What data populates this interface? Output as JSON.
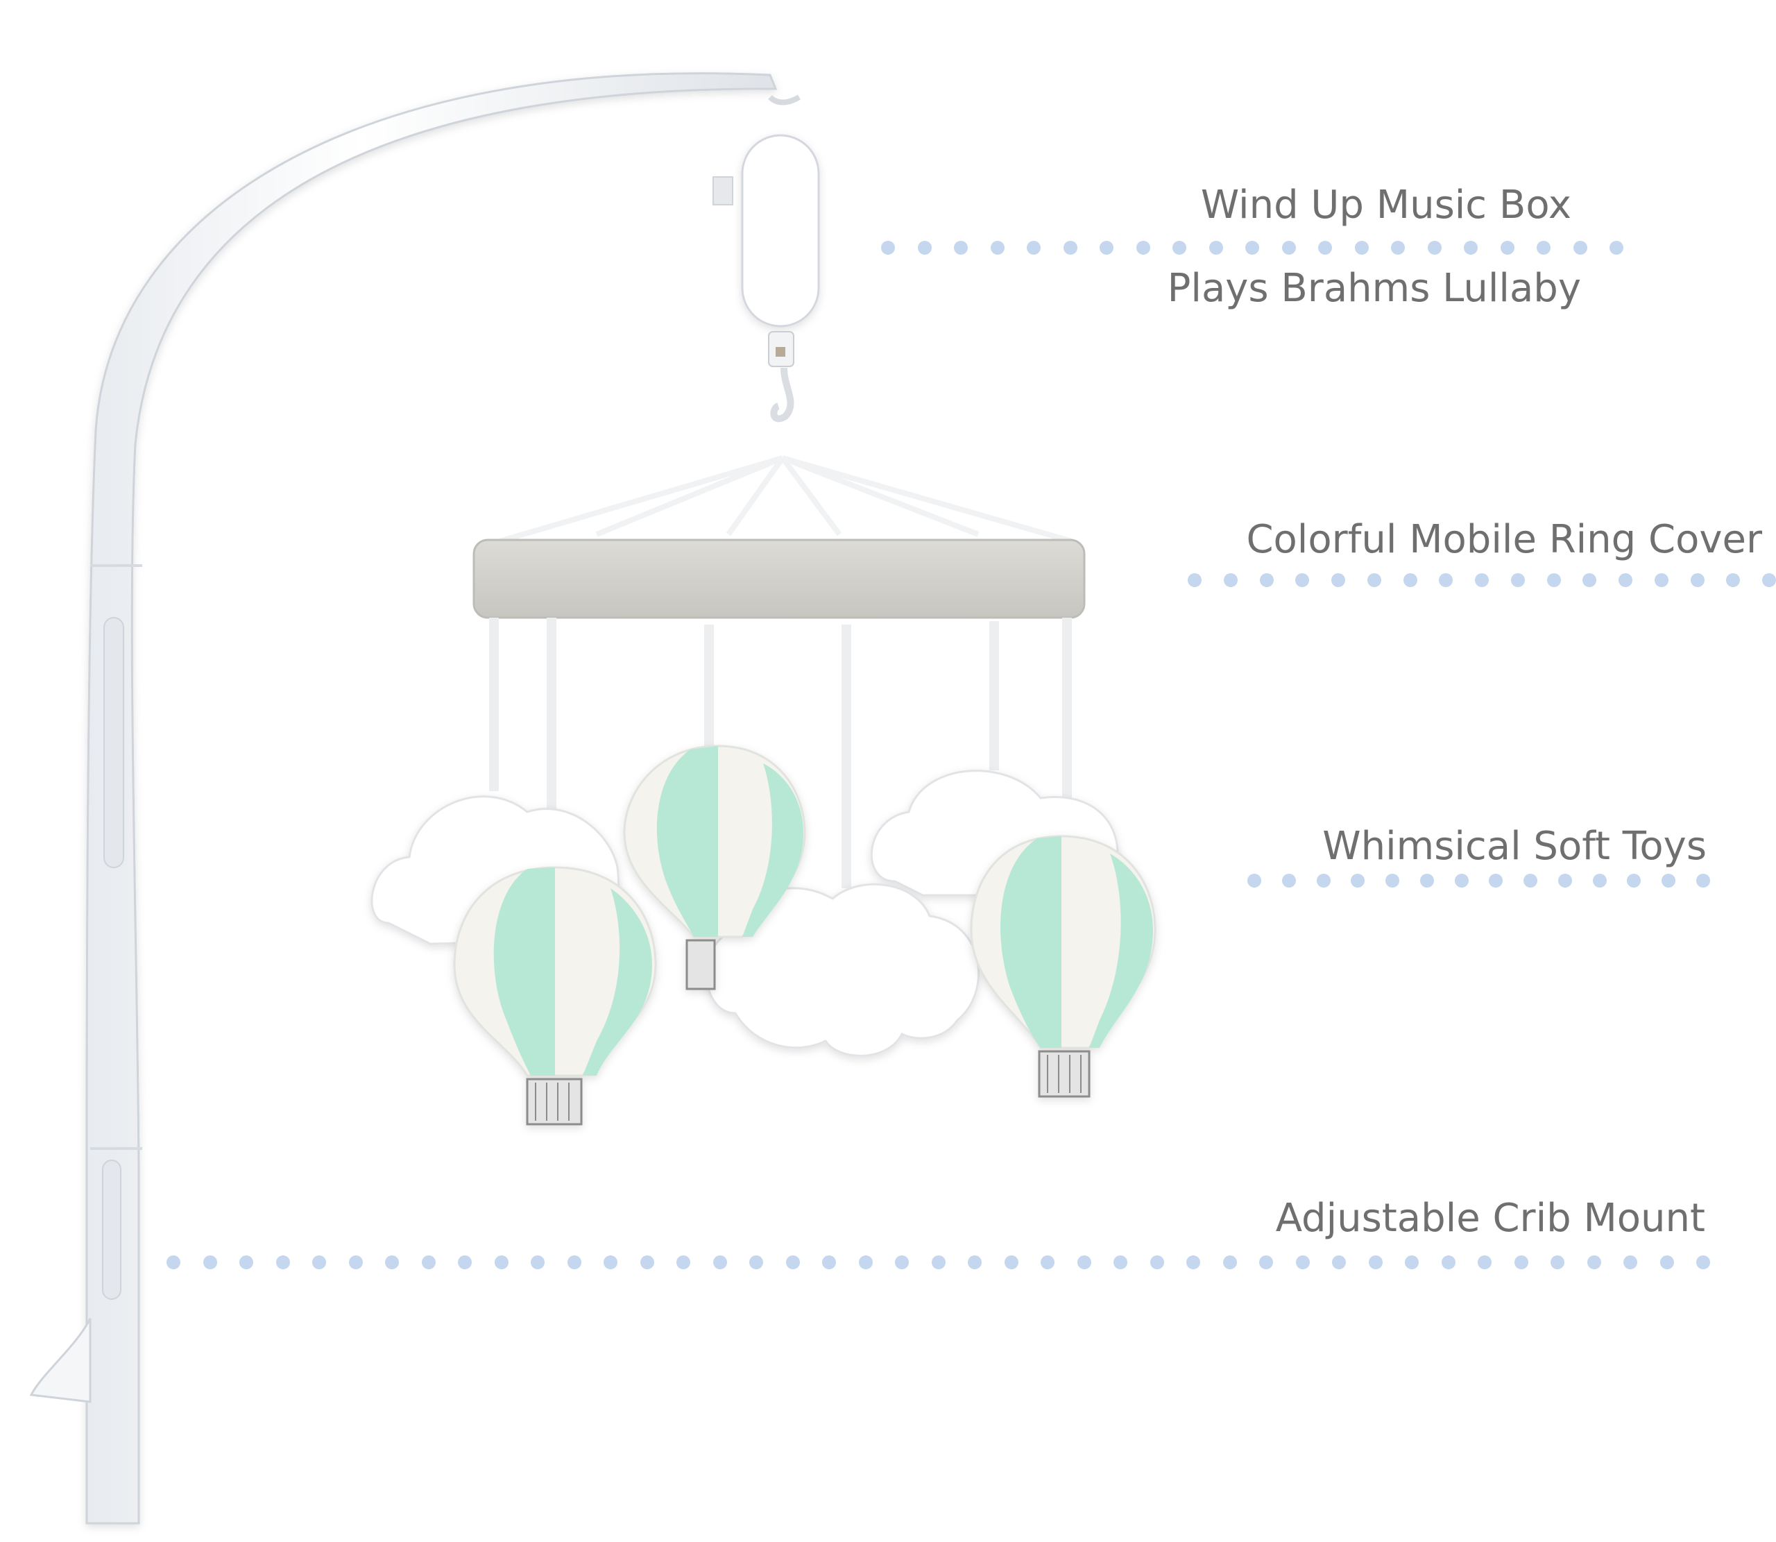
{
  "callouts": {
    "music_box_line1": "Wind Up Music Box",
    "music_box_line2": "Plays Brahms Lullaby",
    "ring_cover": "Colorful Mobile Ring Cover",
    "soft_toys": "Whimsical Soft Toys",
    "crib_mount": "Adjustable Crib Mount"
  },
  "colors": {
    "label_text": "#6f6f6f",
    "dot": "#c5d7ee",
    "arm": "#ffffff",
    "arm_shadow": "#d6dbe2",
    "ring": "#d1d0cb",
    "mint": "#b7e8d6",
    "cream": "#f4f3ee",
    "cloud": "#ffffff",
    "basket": "#a8a8a8"
  }
}
